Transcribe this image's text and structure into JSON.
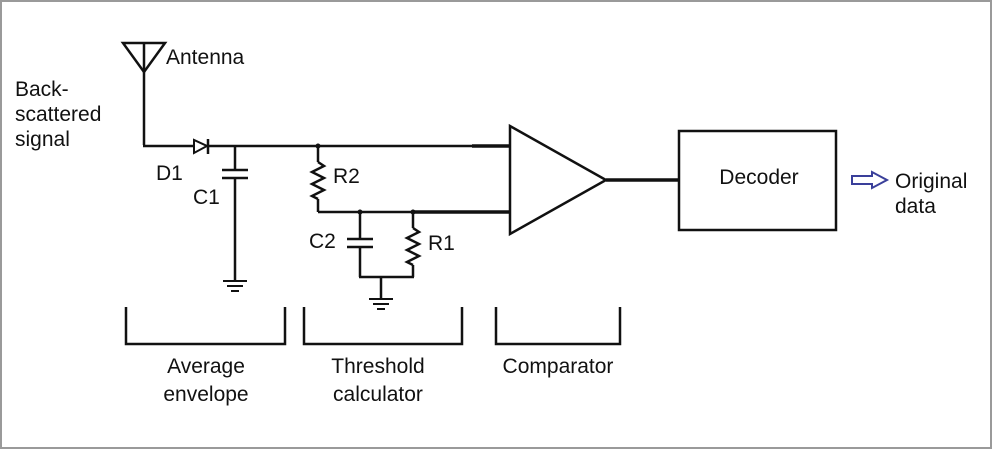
{
  "diagram": {
    "type": "circuit-schematic",
    "labels": {
      "antenna": "Antenna",
      "backscattered_signal": [
        "Back-",
        "scattered",
        "signal"
      ],
      "diode": "D1",
      "c1": "C1",
      "r2": "R2",
      "c2": "C2",
      "r1": "R1",
      "decoder": "Decoder",
      "output": [
        "Original",
        "data"
      ]
    },
    "stages": [
      {
        "name": "average-envelope",
        "label": [
          "Average",
          "envelope"
        ]
      },
      {
        "name": "threshold-calculator",
        "label": [
          "Threshold",
          "calculator"
        ]
      },
      {
        "name": "comparator",
        "label": [
          "Comparator"
        ]
      }
    ],
    "components": [
      {
        "id": "antenna",
        "kind": "antenna"
      },
      {
        "id": "D1",
        "kind": "diode"
      },
      {
        "id": "C1",
        "kind": "capacitor"
      },
      {
        "id": "R2",
        "kind": "resistor"
      },
      {
        "id": "C2",
        "kind": "capacitor"
      },
      {
        "id": "R1",
        "kind": "resistor"
      },
      {
        "id": "comparator",
        "kind": "op-amp comparator"
      },
      {
        "id": "decoder",
        "kind": "block"
      }
    ],
    "colors": {
      "line": "#111111",
      "arrow": "#3a3f9a",
      "border": "#9a9a9a"
    }
  }
}
